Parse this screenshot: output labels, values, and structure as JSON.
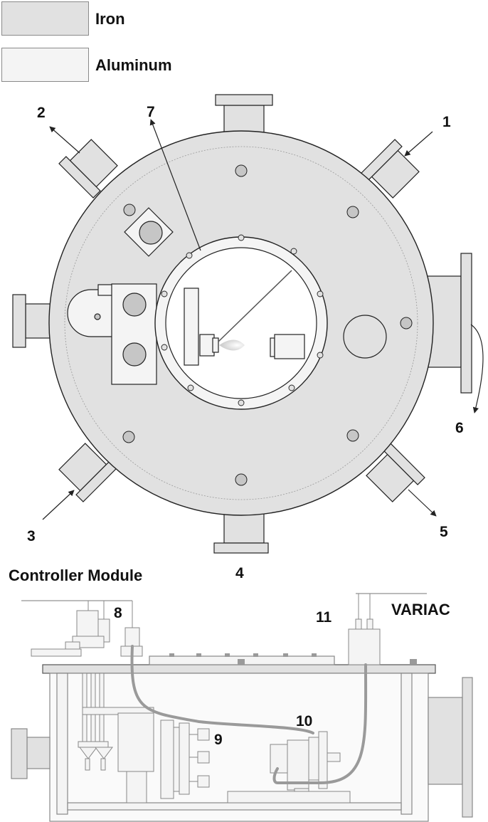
{
  "legend": [
    {
      "label": "Iron",
      "color": "#e1e1e1"
    },
    {
      "label": "Aluminum",
      "color": "#f4f4f4"
    }
  ],
  "callouts": [
    "1",
    "2",
    "3",
    "4",
    "5",
    "6",
    "7",
    "8",
    "9",
    "10",
    "11"
  ],
  "controller": {
    "title": "Controller Module",
    "variac": "VARIAC"
  },
  "colors": {
    "iron": "#e1e1e1",
    "aluminum": "#f4f4f4",
    "outline": "#222222",
    "cable": "#9a9a9a"
  }
}
